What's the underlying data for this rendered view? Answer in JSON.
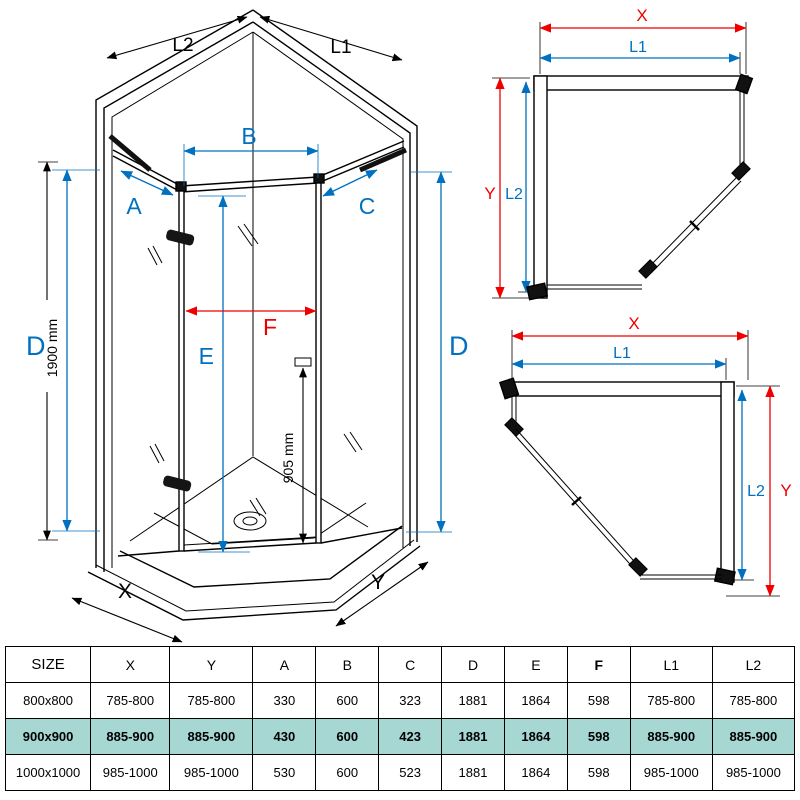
{
  "title": "Pentagon shower enclosure dimension diagram",
  "colors": {
    "dimension_blue": "#0070c0",
    "dimension_red": "#ee0000",
    "line_black": "#000000",
    "highlight_teal": "#a7d7d3"
  },
  "front_view": {
    "labels": {
      "l2": "L2",
      "l1": "L1",
      "b": "B",
      "a": "A",
      "c": "C",
      "d_left": "D",
      "d_right": "D",
      "e": "E",
      "f": "F",
      "x": "X",
      "y": "Y",
      "overall_height": "1900 mm",
      "bar_height": "905 mm"
    }
  },
  "plan_view_top": {
    "labels": {
      "x": "X",
      "l1": "L1",
      "y": "Y",
      "l2": "L2"
    }
  },
  "plan_view_bottom": {
    "labels": {
      "x": "X",
      "l1": "L1",
      "y": "Y",
      "l2": "L2"
    }
  },
  "size_table": {
    "headers": [
      "SIZE",
      "X",
      "Y",
      "A",
      "B",
      "C",
      "D",
      "E",
      "F",
      "L1",
      "L2"
    ],
    "rows": [
      {
        "highlighted": false,
        "cells": [
          "800x800",
          "785-800",
          "785-800",
          "330",
          "600",
          "323",
          "1881",
          "1864",
          "598",
          "785-800",
          "785-800"
        ]
      },
      {
        "highlighted": true,
        "cells": [
          "900x900",
          "885-900",
          "885-900",
          "430",
          "600",
          "423",
          "1881",
          "1864",
          "598",
          "885-900",
          "885-900"
        ]
      },
      {
        "highlighted": false,
        "cells": [
          "1000x1000",
          "985-1000",
          "985-1000",
          "530",
          "600",
          "523",
          "1881",
          "1864",
          "598",
          "985-1000",
          "985-1000"
        ]
      }
    ]
  }
}
